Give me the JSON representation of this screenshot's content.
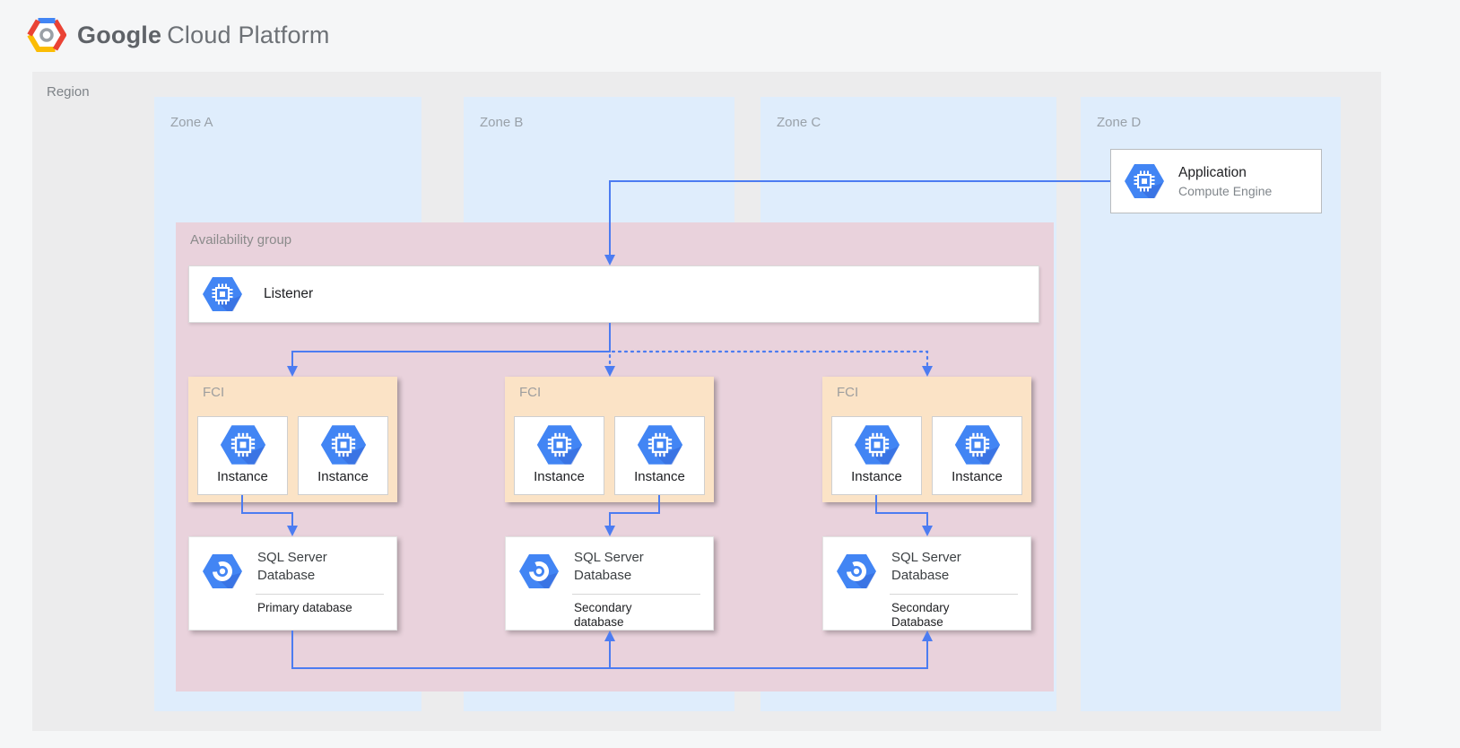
{
  "header": {
    "brand_google": "Google",
    "brand_rest": "Cloud Platform"
  },
  "region": {
    "label": "Region"
  },
  "zones": [
    {
      "label": "Zone A"
    },
    {
      "label": "Zone B"
    },
    {
      "label": "Zone C"
    },
    {
      "label": "Zone D"
    }
  ],
  "application": {
    "title": "Application",
    "subtitle": "Compute Engine"
  },
  "availability_group": {
    "label": "Availability group",
    "listener_label": "Listener",
    "fci_groups": [
      {
        "label": "FCI",
        "instances": [
          {
            "label": "Instance"
          },
          {
            "label": "Instance"
          }
        ]
      },
      {
        "label": "FCI",
        "instances": [
          {
            "label": "Instance"
          },
          {
            "label": "Instance"
          }
        ]
      },
      {
        "label": "FCI",
        "instances": [
          {
            "label": "Instance"
          },
          {
            "label": "Instance"
          }
        ]
      }
    ],
    "databases": [
      {
        "title": "SQL Server Database",
        "subtitle": "Primary database"
      },
      {
        "title": "SQL Server Database",
        "subtitle": "Secondary\ndatabase"
      },
      {
        "title": "SQL Server Database",
        "subtitle": "Secondary\nDatabase"
      }
    ]
  },
  "colors": {
    "arrow_blue": "#4C7CF1",
    "icon_blue": "#4285F4",
    "icon_blue_shade": "#3367D6",
    "zone_bg": "#DFEDFC",
    "group_pink": "#E9D2DC",
    "fci_peach": "#FBE3C6",
    "region_gray": "#ECECED",
    "logo_red": "#EA4335",
    "logo_yellow": "#FBBC05"
  }
}
